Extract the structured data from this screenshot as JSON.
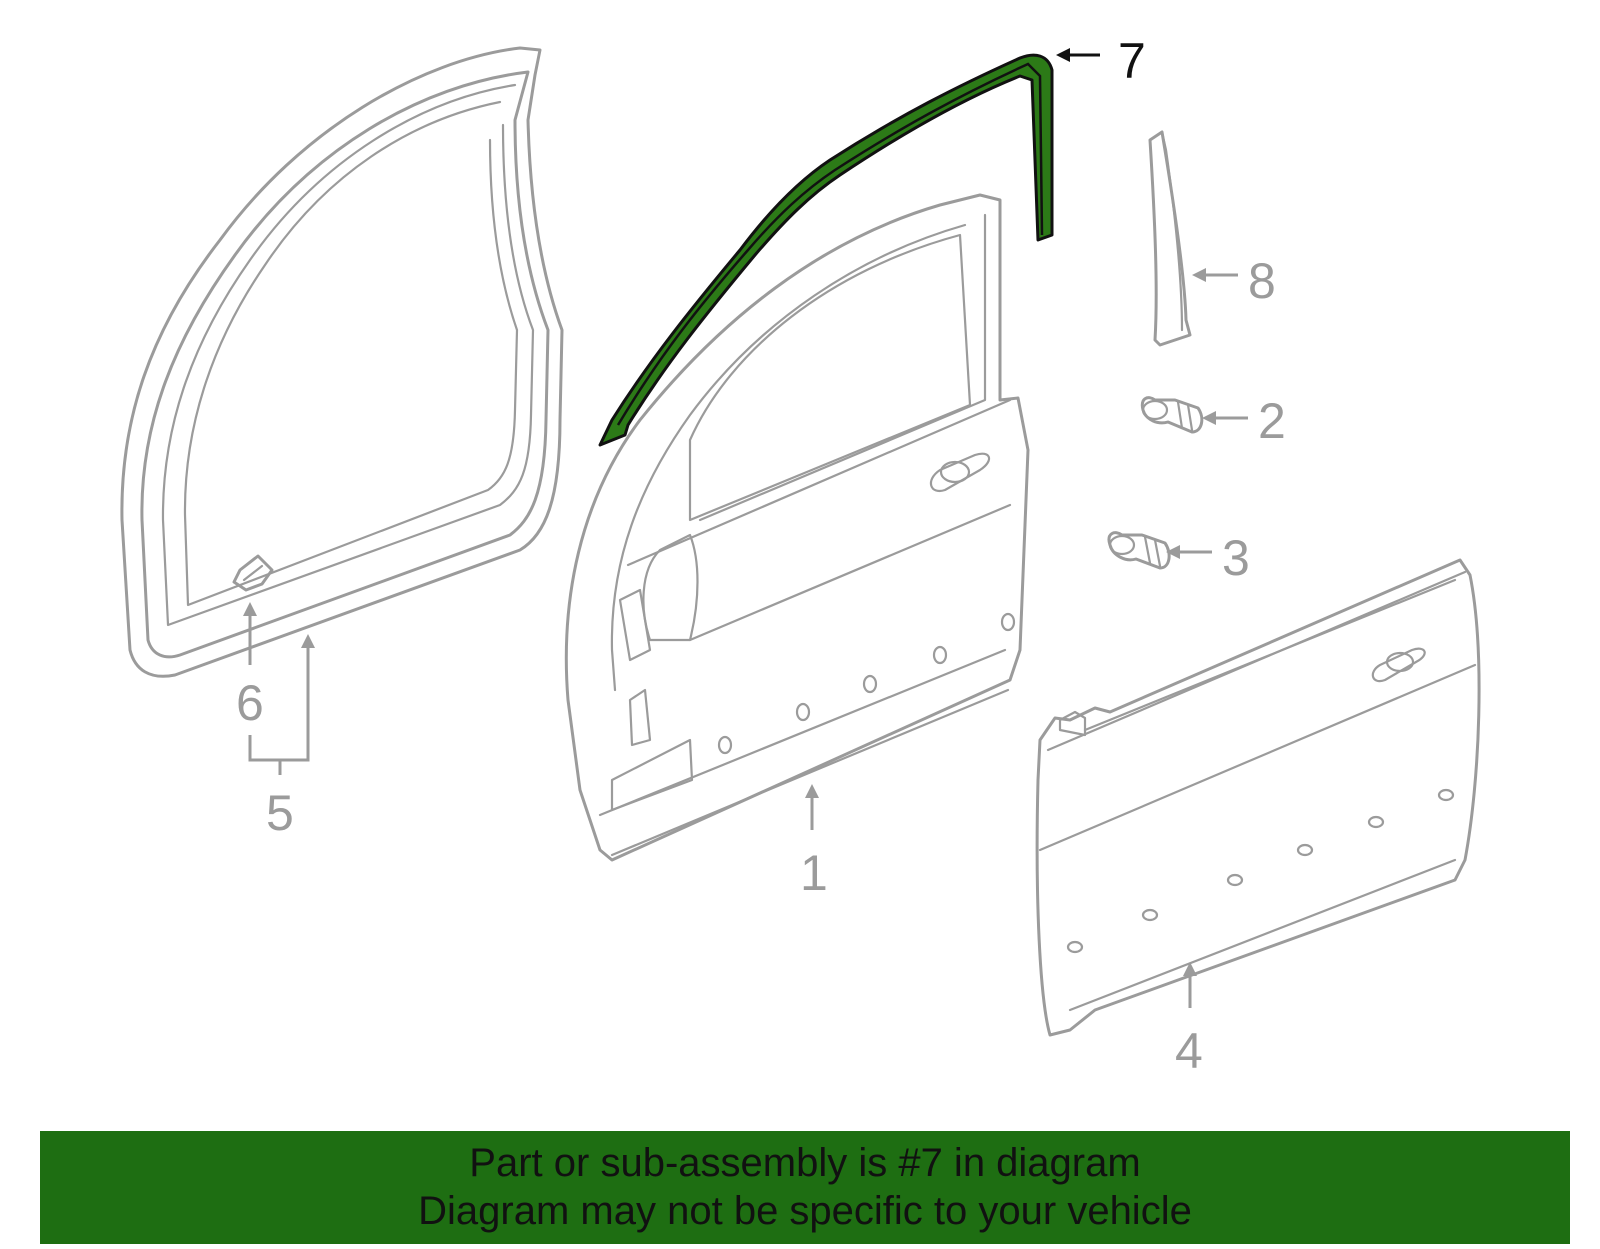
{
  "diagram": {
    "highlight_color": "#2c7a17",
    "part_line_color": "#9b9b9b",
    "highlighted_part": "7",
    "callouts": [
      {
        "id": "1",
        "label": "1"
      },
      {
        "id": "2",
        "label": "2"
      },
      {
        "id": "3",
        "label": "3"
      },
      {
        "id": "4",
        "label": "4"
      },
      {
        "id": "5",
        "label": "5"
      },
      {
        "id": "6",
        "label": "6"
      },
      {
        "id": "7",
        "label": "7"
      },
      {
        "id": "8",
        "label": "8"
      }
    ]
  },
  "banner": {
    "background_color": "#1e6e12",
    "line1": "Part or sub-assembly is #7 in diagram",
    "line2": "Diagram may not be specific to your vehicle"
  }
}
